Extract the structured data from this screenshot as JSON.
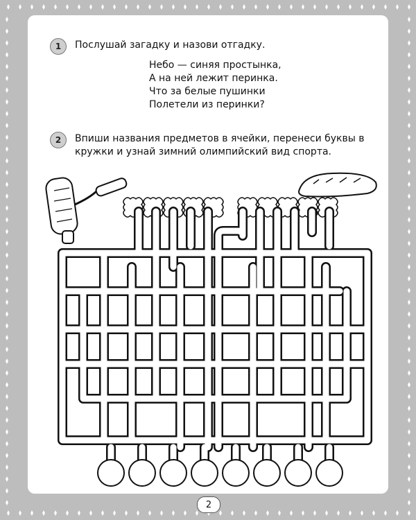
{
  "task1": {
    "number": "1",
    "instruction": "Послушай загадку и назови отгадку."
  },
  "poem": {
    "lines": [
      "Небо — синяя простынка,",
      "А на ней лежит перинка.",
      "Что за белые пушинки",
      "Полетели из перинки?"
    ]
  },
  "task2": {
    "number": "2",
    "instruction": "Впиши названия предметов в ячейки, перенеси буквы в кружки и узнай зимний олимпийский вид спорта."
  },
  "puzzle": {
    "items_pictured": [
      "paint-roller-icon",
      "bread-loaf-icon"
    ],
    "cells_group1": 5,
    "cells_group2": 5,
    "answer_circles": 8
  },
  "page_number": "2"
}
